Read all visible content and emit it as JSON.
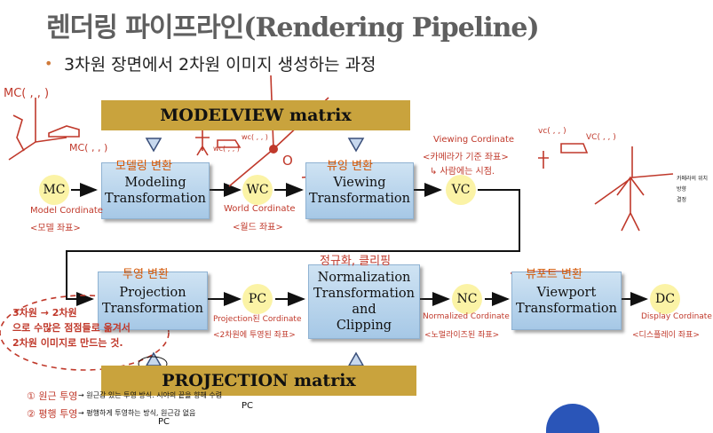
{
  "title": {
    "ko": "렌더링 파이프라인",
    "en": "(Rendering Pipeline)"
  },
  "bullet": "3차원 장면에서 2차원 이미지 생성하는 과정",
  "modelview_bar": "MODELVIEW matrix",
  "projection_bar": "PROJECTION matrix",
  "boxes": {
    "modeling": "Modeling\nTransformation",
    "viewing": "Viewing\nTransformation",
    "projection": "Projection\nTransformation",
    "normalization": "Normalization\nTransformation\nand\nClipping",
    "viewport": "Viewport\nTransformation"
  },
  "nodes": {
    "mc": "MC",
    "wc": "WC",
    "vc": "VC",
    "pc": "PC",
    "nc": "NC",
    "dc": "DC"
  },
  "annotations": {
    "modeling_ko": "모델링 변환",
    "viewing_ko": "뷰잉 변환",
    "projection_ko": "투영 변환",
    "normalization_ko": "정규화, 클리핑",
    "viewport_ko": "뷰포트 변환",
    "mc_top": "MC( , , )",
    "mc_mid": "MC( , , )",
    "wc_small_1": "wc( , , )",
    "wc_small_2": "wc( , , )",
    "vc_small_1": "vc( , , )",
    "vc_small_2": "VC( , , )",
    "model_coord": "Model Cordinate",
    "model_coord_ko": "<모델 좌표>",
    "world_coord": "World Cordinate",
    "world_coord_ko": "<월드 좌표>",
    "viewing_coord": "Viewing Cordinate",
    "viewing_coord_ko": "<카메라가 기준 좌표>",
    "viewing_coord_note": "↳ 사람에는 시점.",
    "proj_coord": "Projection된 Cordinate",
    "proj_coord_ko": "<2차원에 투영된 좌표>",
    "norm_coord": "Normalized Cordinate",
    "norm_coord_ko": "<노멀라이즈된 좌표>",
    "disp_coord": "Display Cordinate",
    "disp_coord_ko": "<디스플레이 좌표>",
    "origin_o": "O",
    "side_note": "3차원 → 2차원\n으로 수많은 점점들로 옮겨서\n2차원 이미지로 만드는 것.",
    "perspective": "① 원근 투영",
    "parallel": "② 평행 투영",
    "persp_desc": "→ 원근감 있는 투영 방식. 시야의 끝을 향해 수렴",
    "parallel_desc": "→ 평행하게 투영하는 방식, 원근감 없음",
    "pc_mark_1": "PC",
    "pc_mark_2": "PC",
    "black_1": "카메라의 위치",
    "black_2": "방향",
    "black_3": "결정"
  }
}
